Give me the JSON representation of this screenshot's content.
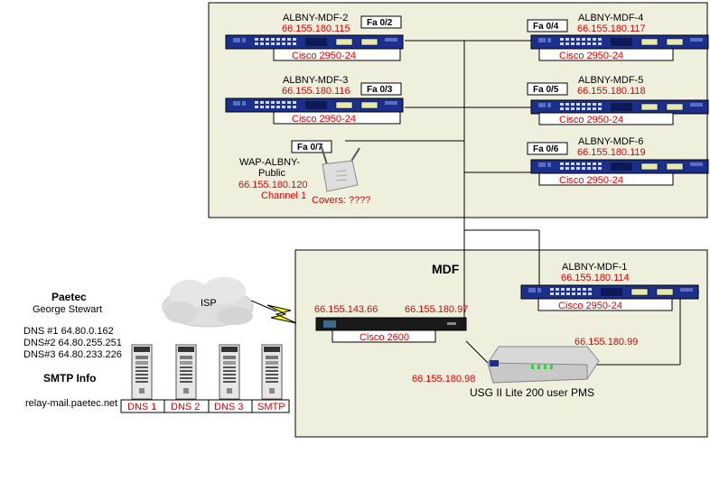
{
  "switches": {
    "mdf2": {
      "name": "ALBNY-MDF-2",
      "ip": "66.155.180.115",
      "port": "Fa 0/2",
      "model": "Cisco 2950-24"
    },
    "mdf3": {
      "name": "ALBNY-MDF-3",
      "ip": "66.155.180.116",
      "port": "Fa 0/3",
      "model": "Cisco 2950-24"
    },
    "mdf4": {
      "name": "ALBNY-MDF-4",
      "ip": "66.155.180.117",
      "port": "Fa 0/4",
      "model": "Cisco 2950-24"
    },
    "mdf5": {
      "name": "ALBNY-MDF-5",
      "ip": "66.155.180.118",
      "port": "Fa 0/5",
      "model": "Cisco 2950-24"
    },
    "mdf6": {
      "name": "ALBNY-MDF-6",
      "ip": "66.155.180.119",
      "port": "Fa 0/6",
      "model": "Cisco 2950-24"
    },
    "mdf1": {
      "name": "ALBNY-MDF-1",
      "ip": "66.155.180.114",
      "model": "Cisco 2950-24"
    }
  },
  "wap": {
    "port": "Fa 0/7",
    "name_line1": "WAP-ALBNY-",
    "name_line2": "Public",
    "ip": "66.155.180.120",
    "channel": "Channel 1",
    "covers": "Covers: ????"
  },
  "mdf_title": "MDF",
  "router": {
    "model": "Cisco 2600",
    "ip_wan": "66.155.143.66",
    "ip_lan": "66.155.180.97"
  },
  "usg": {
    "label": "USG II Lite 200 user PMS",
    "ip_left": "66.155.180.98",
    "ip_right": "66.155.180.99"
  },
  "isp_label": "ISP",
  "paetec": {
    "title": "Paetec",
    "contact": "George Stewart",
    "dns1": "DNS #1 64.80.0.162",
    "dns2": "DNS#2 64.80.255.251",
    "dns3": "DNS#3 64.80.233.226",
    "smtp_title": "SMTP Info",
    "smtp_host": "relay-mail.paetec.net"
  },
  "servers": [
    "DNS 1",
    "DNS 2",
    "DNS 3",
    "SMTP"
  ],
  "colors": {
    "panel": "#efefde",
    "switch_body": "#1c2f8a",
    "ip_text": "#e00000",
    "lightning": "#ffff00"
  }
}
